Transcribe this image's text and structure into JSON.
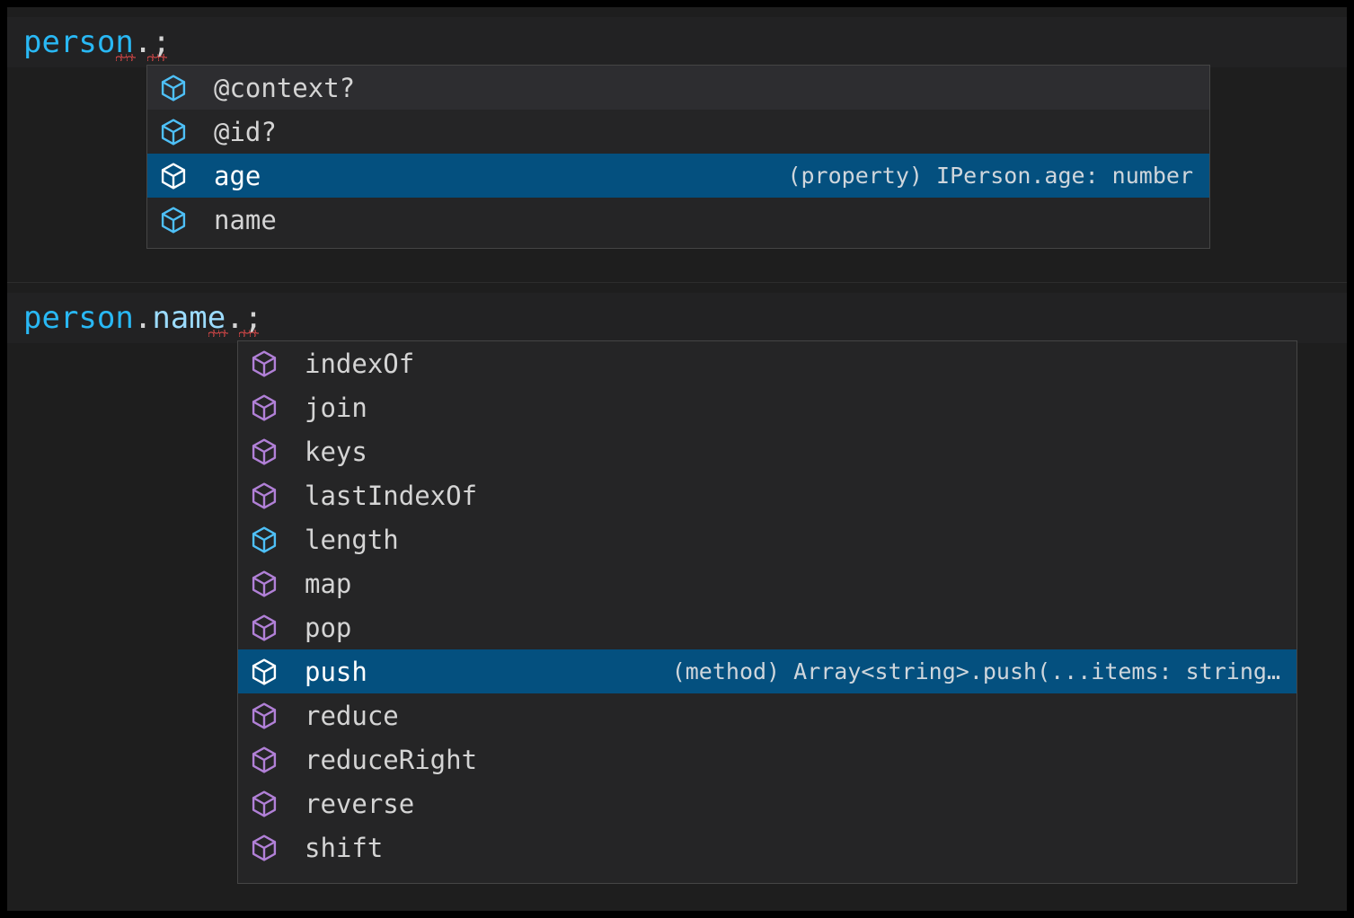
{
  "theme": {
    "editor_background": "#1e1e1e",
    "widget_background": "#252526",
    "widget_border": "#454545",
    "selection_background": "#04507f",
    "hover_background": "#2d2d30",
    "variable_color": "#29b8f4",
    "property_color": "#9cdcfe",
    "punctuation_color": "#d4d4d4",
    "error_squiggle_color": "#f14c4c",
    "property_icon_color": "#4ec0f7",
    "method_icon_color": "#b180d7",
    "text_color": "#d4d4d4"
  },
  "editor": {
    "lines": [
      {
        "id": "line-1",
        "segments": [
          {
            "text": "person",
            "kind": "variable"
          },
          {
            "text": ".",
            "kind": "punctuation"
          },
          {
            "text": ";",
            "kind": "punctuation"
          }
        ],
        "plain_text": "person.;"
      },
      {
        "id": "line-2",
        "segments": [
          {
            "text": "person",
            "kind": "variable"
          },
          {
            "text": ".",
            "kind": "punctuation"
          },
          {
            "text": "name",
            "kind": "property"
          },
          {
            "text": ".",
            "kind": "punctuation"
          },
          {
            "text": ";",
            "kind": "punctuation"
          }
        ],
        "plain_text": "person.name.;"
      }
    ]
  },
  "suggest_widget_1": {
    "anchor_line": "person.;",
    "selected_index": 2,
    "hover_index": 0,
    "items": [
      {
        "label": "@context?",
        "icon": "property-cube-icon",
        "icon_kind": "property",
        "detail": ""
      },
      {
        "label": "@id?",
        "icon": "property-cube-icon",
        "icon_kind": "property",
        "detail": ""
      },
      {
        "label": "age",
        "icon": "property-cube-icon",
        "icon_kind": "property",
        "detail": "(property) IPerson.age: number"
      },
      {
        "label": "name",
        "icon": "property-cube-icon",
        "icon_kind": "property",
        "detail": ""
      }
    ]
  },
  "suggest_widget_2": {
    "anchor_line": "person.name.;",
    "selected_index": 7,
    "items": [
      {
        "label": "indexOf",
        "icon": "method-cube-icon",
        "icon_kind": "method",
        "detail": ""
      },
      {
        "label": "join",
        "icon": "method-cube-icon",
        "icon_kind": "method",
        "detail": ""
      },
      {
        "label": "keys",
        "icon": "method-cube-icon",
        "icon_kind": "method",
        "detail": ""
      },
      {
        "label": "lastIndexOf",
        "icon": "method-cube-icon",
        "icon_kind": "method",
        "detail": ""
      },
      {
        "label": "length",
        "icon": "property-cube-icon",
        "icon_kind": "property",
        "detail": ""
      },
      {
        "label": "map",
        "icon": "method-cube-icon",
        "icon_kind": "method",
        "detail": ""
      },
      {
        "label": "pop",
        "icon": "method-cube-icon",
        "icon_kind": "method",
        "detail": ""
      },
      {
        "label": "push",
        "icon": "method-cube-icon",
        "icon_kind": "method",
        "detail": "(method) Array<string>.push(...items: string…"
      },
      {
        "label": "reduce",
        "icon": "method-cube-icon",
        "icon_kind": "method",
        "detail": ""
      },
      {
        "label": "reduceRight",
        "icon": "method-cube-icon",
        "icon_kind": "method",
        "detail": ""
      },
      {
        "label": "reverse",
        "icon": "method-cube-icon",
        "icon_kind": "method",
        "detail": ""
      },
      {
        "label": "shift",
        "icon": "method-cube-icon",
        "icon_kind": "method",
        "detail": ""
      }
    ]
  }
}
